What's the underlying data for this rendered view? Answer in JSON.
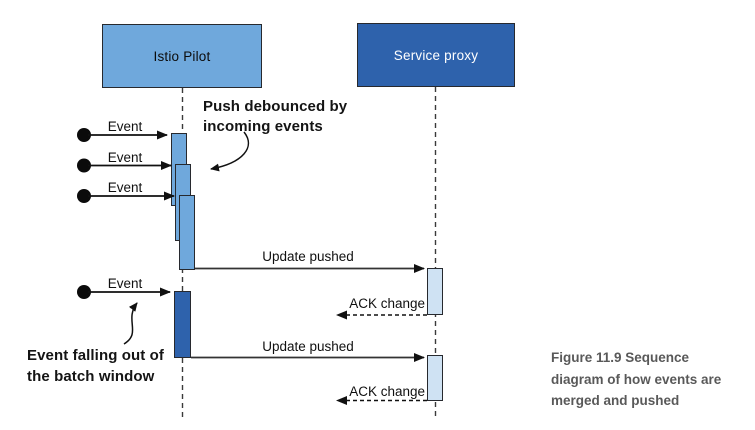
{
  "colors": {
    "background": "#ffffff",
    "actor_light": "#6fa8dc",
    "actor_dark": "#2e62ac",
    "activation_light": "#6fa8dc",
    "activation_dark": "#2e62ac",
    "activation_pale": "#cfe2f3",
    "caption_gray": "#595959"
  },
  "actors": {
    "pilot": "Istio Pilot",
    "proxy": "Service proxy"
  },
  "events": [
    {
      "label": "Event"
    },
    {
      "label": "Event"
    },
    {
      "label": "Event"
    },
    {
      "label": "Event"
    }
  ],
  "messages": [
    {
      "label": "Update pushed"
    },
    {
      "label": "ACK change"
    },
    {
      "label": "Update pushed"
    },
    {
      "label": "ACK change"
    }
  ],
  "annotations": {
    "debounce": "Push debounced by\nincoming events",
    "batch": "Event falling out of\nthe batch window"
  },
  "caption": "Figure 11.9   Sequence\ndiagram of how events are\nmerged and pushed"
}
